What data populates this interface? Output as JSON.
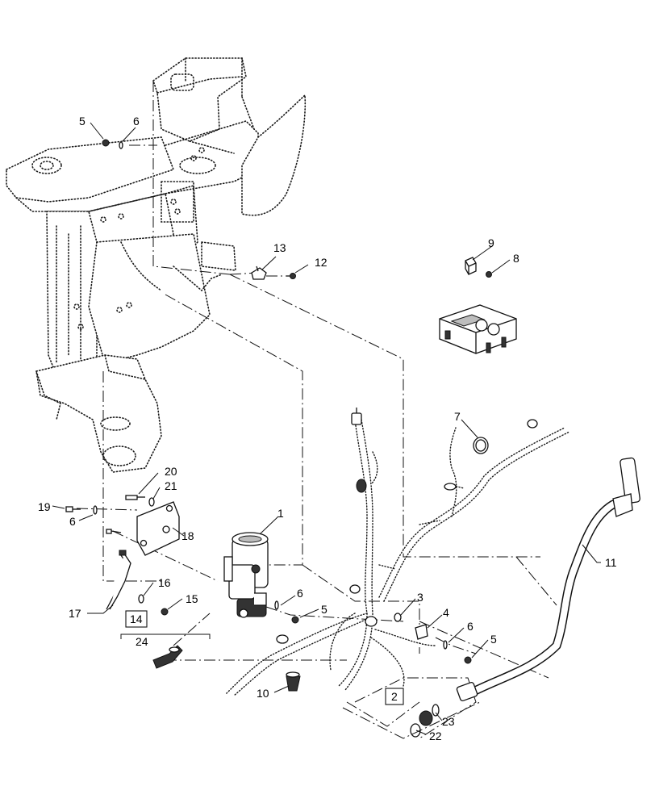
{
  "callouts": {
    "c1": "1",
    "c2": "2",
    "c3": "3",
    "c4": "4",
    "c5a": "5",
    "c5b": "5",
    "c5c": "5",
    "c6a": "6",
    "c6b": "6",
    "c6c": "6",
    "c6d": "6",
    "c7": "7",
    "c8": "8",
    "c9": "9",
    "c10": "10",
    "c11": "11",
    "c12": "12",
    "c13": "13",
    "c14": "14",
    "c15": "15",
    "c16": "16",
    "c17": "17",
    "c18": "18",
    "c19": "19",
    "c20": "20",
    "c21": "21",
    "c22": "22",
    "c23": "23",
    "c24": "24"
  }
}
